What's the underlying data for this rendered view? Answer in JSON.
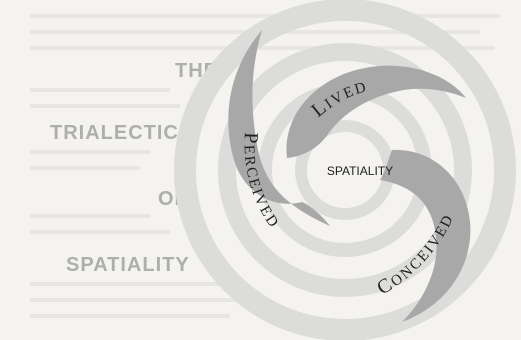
{
  "headings": {
    "the": "THE",
    "trialectics": "TRIALECTICS",
    "of": "OF",
    "spatiality": "SPATIALITY"
  },
  "center": "SPATIALITY",
  "arms": {
    "lived": {
      "cap": "L",
      "rest": "IVED"
    },
    "perceived": {
      "cap": "P",
      "rest": "ERCEIVED"
    },
    "conceived": {
      "cap": "C",
      "rest": "ONCEIVED"
    }
  },
  "colors": {
    "background": "#f4f3f0",
    "arm": "#a8a8a8",
    "ring": "#dcdcda",
    "heading": "#aeaeae",
    "text": "#1f1f1f"
  }
}
